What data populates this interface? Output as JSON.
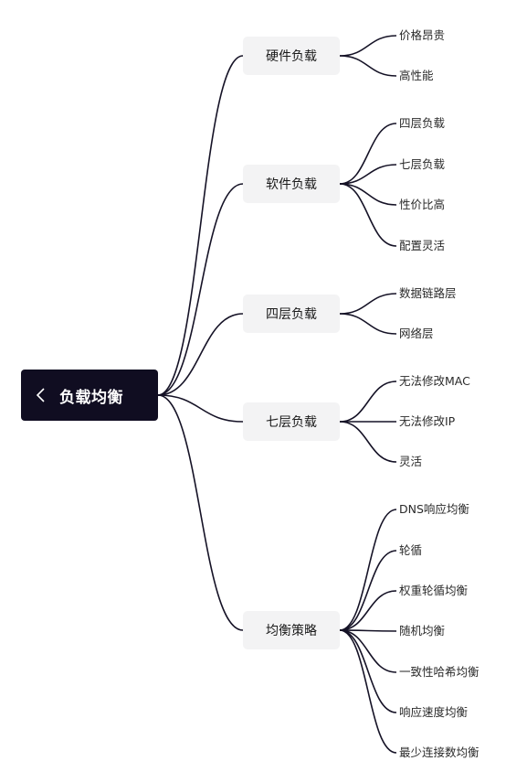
{
  "root": {
    "label": "负载均衡",
    "icon": "chevron-left-icon"
  },
  "branches": [
    {
      "label": "硬件负载",
      "leaves": [
        "价格昂贵",
        "高性能"
      ]
    },
    {
      "label": "软件负载",
      "leaves": [
        "四层负载",
        "七层负载",
        "性价比高",
        "配置灵活"
      ]
    },
    {
      "label": "四层负载",
      "leaves": [
        "数据链路层",
        "网络层"
      ]
    },
    {
      "label": "七层负载",
      "leaves": [
        "无法修改MAC",
        "无法修改IP",
        "灵活"
      ]
    },
    {
      "label": "均衡策略",
      "leaves": [
        "DNS响应均衡",
        "轮循",
        "权重轮循均衡",
        "随机均衡",
        "一致性哈希均衡",
        "响应速度均衡",
        "最少连接数均衡"
      ]
    }
  ],
  "colors": {
    "root_bg": "#100d21",
    "branch_bg": "#f3f3f4",
    "edge": "#151226"
  }
}
